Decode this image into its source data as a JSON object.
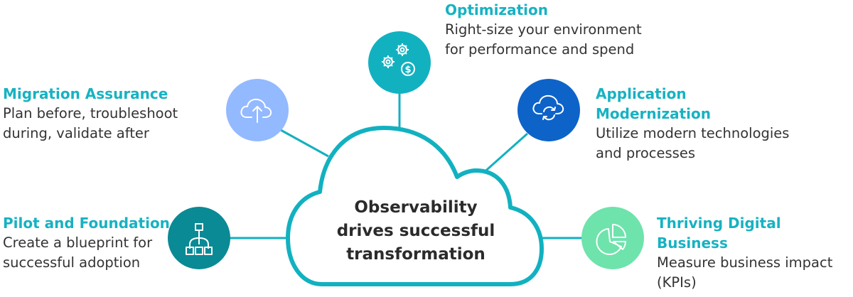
{
  "center": {
    "text": "Observability\ndrives successful\ntransformation"
  },
  "colors": {
    "line": "#12b1c0",
    "title": "#17b2c2",
    "text": "#333333"
  },
  "nodes": [
    {
      "id": "migration-assurance",
      "title": "Migration Assurance",
      "description": "Plan before, troubleshoot\nduring, validate after",
      "icon": "cloud-upload-icon",
      "color": "#93b9ff"
    },
    {
      "id": "optimization",
      "title": "Optimization",
      "description": "Right-size your environment\nfor performance and spend",
      "icon": "gears-dollar-icon",
      "color": "#12b1c0"
    },
    {
      "id": "application-modernization",
      "title": "Application\nModernization",
      "description": "Utilize modern technologies\nand processes",
      "icon": "cloud-sync-icon",
      "color": "#0d63c8"
    },
    {
      "id": "pilot-and-foundation",
      "title": "Pilot and Foundation",
      "description": "Create a blueprint for\nsuccessful adoption",
      "icon": "hierarchy-icon",
      "color": "#0a8a95"
    },
    {
      "id": "thriving-digital-business",
      "title": "Thriving Digital Business",
      "description": "Measure business impact\n(KPIs)",
      "icon": "pie-chart-icon",
      "color": "#6ee3ac"
    }
  ]
}
